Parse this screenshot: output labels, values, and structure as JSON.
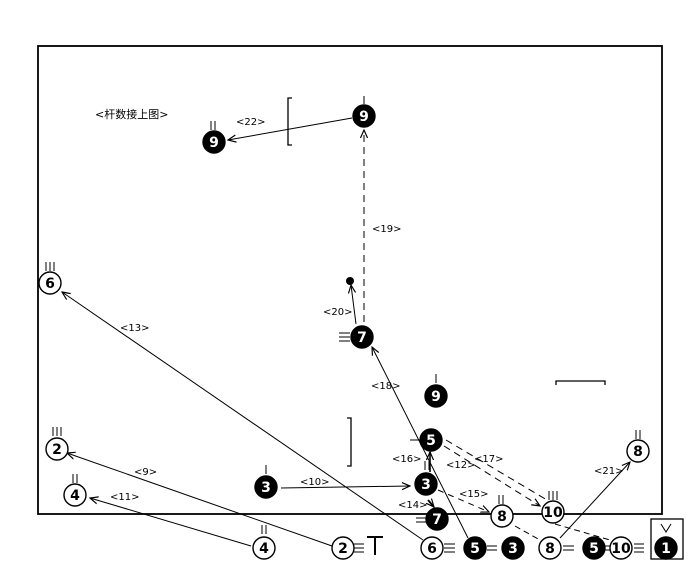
{
  "caption": "<杆数接上图>",
  "nodes": [
    {
      "id": "n9a",
      "number": "9",
      "style": "filled"
    },
    {
      "id": "n9b",
      "number": "9",
      "style": "filled"
    },
    {
      "id": "n9c",
      "number": "9",
      "style": "filled"
    },
    {
      "id": "n6a",
      "number": "6",
      "style": "open"
    },
    {
      "id": "n6b",
      "number": "6",
      "style": "open"
    },
    {
      "id": "n7a",
      "number": "7",
      "style": "filled"
    },
    {
      "id": "n7b",
      "number": "7",
      "style": "filled"
    },
    {
      "id": "n2a",
      "number": "2",
      "style": "open"
    },
    {
      "id": "n2b",
      "number": "2",
      "style": "open"
    },
    {
      "id": "n4a",
      "number": "4",
      "style": "open"
    },
    {
      "id": "n4b",
      "number": "4",
      "style": "open"
    },
    {
      "id": "n3a",
      "number": "3",
      "style": "filled"
    },
    {
      "id": "n3b",
      "number": "3",
      "style": "filled"
    },
    {
      "id": "n3c",
      "number": "3",
      "style": "filled"
    },
    {
      "id": "n5a",
      "number": "5",
      "style": "filled"
    },
    {
      "id": "n5b",
      "number": "5",
      "style": "filled"
    },
    {
      "id": "n5c",
      "number": "5",
      "style": "filled"
    },
    {
      "id": "n8a",
      "number": "8",
      "style": "open"
    },
    {
      "id": "n8b",
      "number": "8",
      "style": "open"
    },
    {
      "id": "n8c",
      "number": "8",
      "style": "open"
    },
    {
      "id": "n10a",
      "number": "10",
      "style": "open"
    },
    {
      "id": "n10b",
      "number": "10",
      "style": "open"
    },
    {
      "id": "n1",
      "number": "1",
      "style": "filled"
    }
  ],
  "edges": [
    {
      "label": "<22>",
      "from": "n9a",
      "to": "n9b",
      "dashed": false
    },
    {
      "label": "<19>",
      "from": "n7a",
      "to": "n9a",
      "dashed": true
    },
    {
      "label": "<20>",
      "from": "n7a",
      "to": "dot",
      "dashed": false
    },
    {
      "label": "<13>",
      "from": "n6b",
      "to": "n6a",
      "dashed": false
    },
    {
      "label": "<18>",
      "from": "n5c",
      "to": "n7a",
      "dashed": false
    },
    {
      "label": "<9>",
      "from": "n2b",
      "to": "n2a",
      "dashed": false
    },
    {
      "label": "<11>",
      "from": "n4b",
      "to": "n4a",
      "dashed": false
    },
    {
      "label": "<10>",
      "from": "n3a",
      "to": "n3b",
      "dashed": false
    },
    {
      "label": "<16>",
      "from": "n3b",
      "to": "n5a",
      "dashed": false
    },
    {
      "label": "<12>",
      "from": "n5a",
      "to": "n10a",
      "dashed": true
    },
    {
      "label": "<17>",
      "from": "n5a",
      "to": "n10a",
      "dashed": true
    },
    {
      "label": "<15>",
      "from": "n3b",
      "to": "n8a",
      "dashed": true
    },
    {
      "label": "<14>",
      "from": "n3b",
      "to": "n7b",
      "dashed": false
    },
    {
      "label": "<21>",
      "from": "n8b",
      "to": "n8c",
      "dashed": false
    }
  ]
}
